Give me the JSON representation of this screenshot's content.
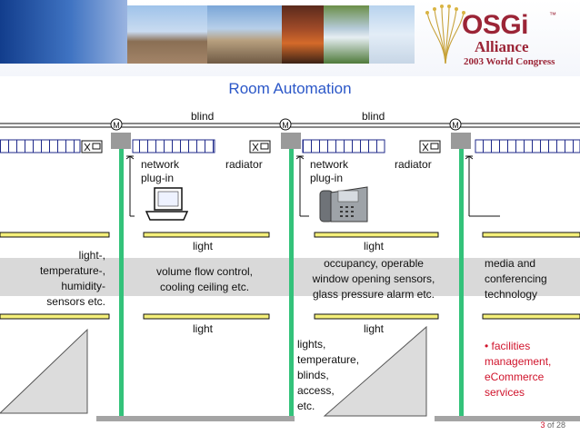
{
  "page": {
    "title": "Room Automation",
    "page_number": "3",
    "page_of": "of 28"
  },
  "logo": {
    "brand": "OSGi",
    "tm": "™",
    "alliance": "Alliance",
    "congress": "2003 World Congress"
  },
  "diagram": {
    "blind_labels": [
      "blind",
      "blind"
    ],
    "motor_label": "M",
    "room1": {
      "network": "network",
      "plugin": "plug-in",
      "radiator": "radiator",
      "light_top": "light",
      "body": [
        "volume flow control,",
        "cooling ceiling etc."
      ],
      "light_bottom": "light"
    },
    "room2": {
      "network": "network",
      "plugin": "plug-in",
      "radiator": "radiator",
      "light_top": "light",
      "body": [
        "occupancy, operable",
        "window opening sensors,",
        "glass pressure alarm etc."
      ],
      "light_bottom": "light",
      "lower": [
        "lights,",
        "temperature,",
        "blinds,",
        "access,",
        "etc."
      ]
    },
    "left_sensors": [
      "light-,",
      "temperature-,",
      "humidity-",
      "sensors etc."
    ],
    "right_media": [
      "media  and",
      "conferencing",
      "technology"
    ],
    "right_services": [
      "• facilities",
      "management,",
      "eCommerce",
      "services"
    ]
  },
  "colors": {
    "title": "#2b57c8",
    "bus_green": "#33c27a",
    "light_yellow": "#f5f07a",
    "accent_red": "#d0142c"
  },
  "icons": [
    "laptop-icon",
    "ip-phone-icon",
    "motor-icon",
    "thermometer-icon"
  ]
}
